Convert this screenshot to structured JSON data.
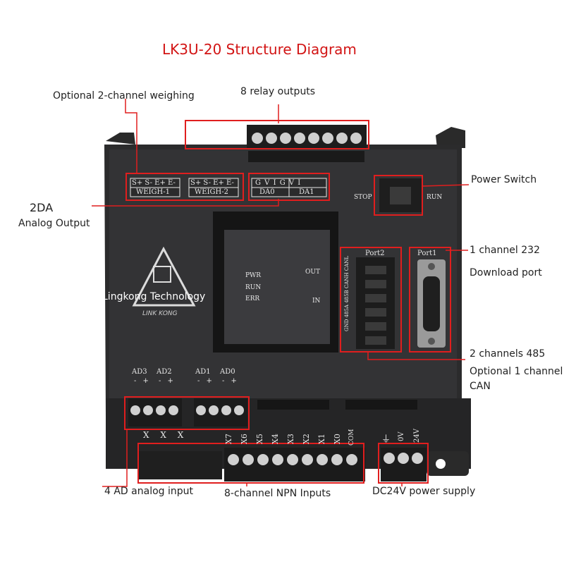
{
  "title": "LK3U-20 Structure Diagram",
  "callouts": {
    "weighing": "Optional 2-channel weighing",
    "relay": "8 relay outputs",
    "power_switch": "Power Switch",
    "da_title": "2DA",
    "da_sub": "Analog Output",
    "rs232_1": "1 channel 232",
    "rs232_2": "Download port",
    "rs485_1": "2 channels 485",
    "rs485_2": "Optional 1 channel",
    "rs485_3": "CAN",
    "ad": "4 AD analog input",
    "npn": "8-channel NPN Inputs",
    "dc24": "DC24V power supply"
  },
  "device": {
    "weigh1_top": "S+ S- E+ E-",
    "weigh1_bottom": "WEIGH-1",
    "weigh2_top": "S+ S- E+ E-",
    "weigh2_bottom": "WEIGH-2",
    "da_top": "G V I G V I",
    "da0": "DA0",
    "da1": "DA1",
    "stop": "STOP",
    "run": "RUN",
    "port2": "Port2",
    "port1": "Port1",
    "port2_pins": "GND 485A 485B CANH CANL",
    "led_pwr": "PWR",
    "led_run": "RUN",
    "led_err": "ERR",
    "led_out": "OUT",
    "led_in": "IN",
    "brand": "Lingkong Technology",
    "brand_logo": "LINK KONG",
    "ad_labels": [
      "AD3",
      "AD2",
      "AD1",
      "AD0"
    ],
    "ad_pol": "- +",
    "inputs": [
      "X7",
      "X6",
      "X5",
      "X4",
      "X3",
      "X2",
      "X1",
      "X0",
      "COM"
    ],
    "left_inputs": "X X X",
    "power_pins": [
      "⏚",
      "0V",
      "24V"
    ]
  }
}
